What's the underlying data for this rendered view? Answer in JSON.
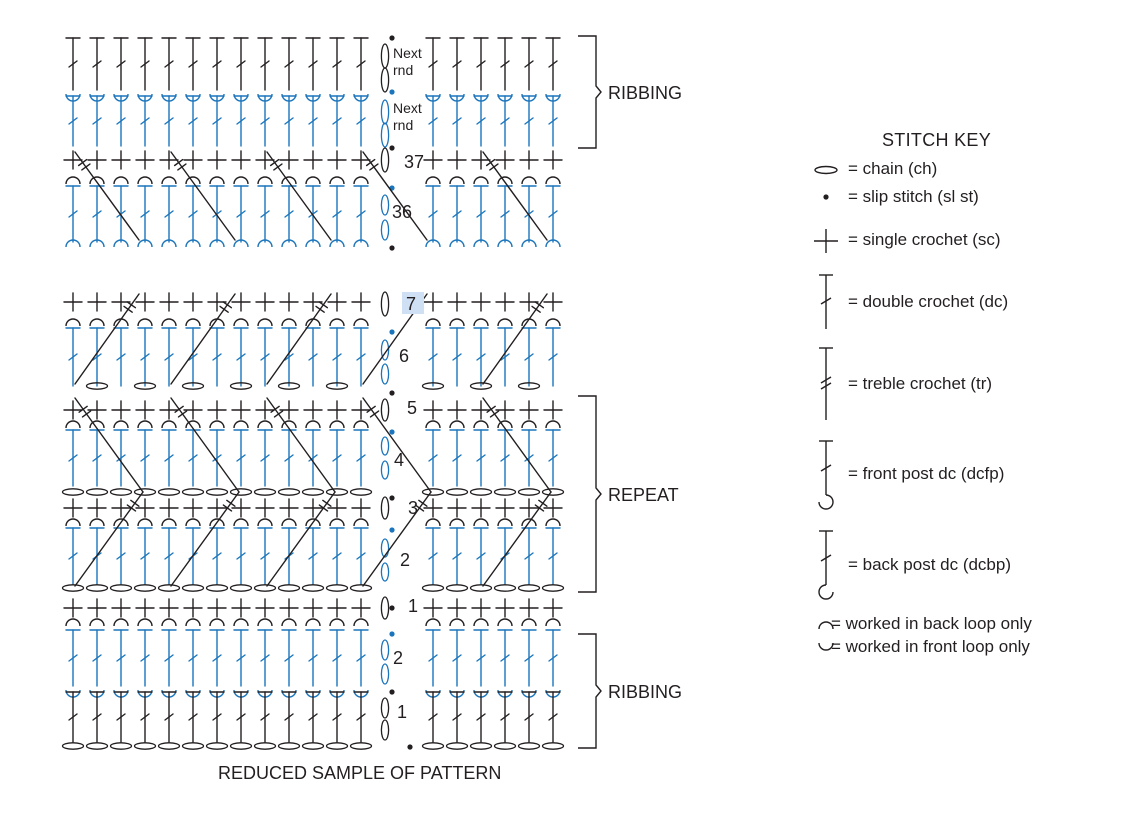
{
  "diagram": {
    "caption": "REDUCED SAMPLE OF PATTERN",
    "brackets": [
      "RIBBING",
      "REPEAT",
      "RIBBING"
    ],
    "round_labels": [
      {
        "text": "Next rnd",
        "lines": [
          "Next",
          "rnd"
        ]
      },
      {
        "text": "Next rnd",
        "lines": [
          "Next",
          "rnd"
        ]
      },
      {
        "text": "37"
      },
      {
        "text": "36"
      },
      {
        "text": "7",
        "highlighted": true
      },
      {
        "text": "6"
      },
      {
        "text": "5"
      },
      {
        "text": "4"
      },
      {
        "text": "3"
      },
      {
        "text": "2"
      },
      {
        "text": "1"
      },
      {
        "text": "2"
      },
      {
        "text": "1"
      }
    ],
    "colors": {
      "ink": "#231f20",
      "blue": "#1b75bc",
      "highlight": "#cfe0f5"
    }
  },
  "stitch_key": {
    "title": "STITCH KEY",
    "items": [
      {
        "icon": "chain-icon",
        "label": "= chain (ch)"
      },
      {
        "icon": "slip-stitch-icon",
        "label": "= slip stitch (sl st)"
      },
      {
        "icon": "single-crochet-icon",
        "label": "= single crochet (sc)"
      },
      {
        "icon": "double-crochet-icon",
        "label": "= double crochet (dc)"
      },
      {
        "icon": "treble-crochet-icon",
        "label": "= treble crochet (tr)"
      },
      {
        "icon": "front-post-dc-icon",
        "label": "= front post dc (dcfp)"
      },
      {
        "icon": "back-post-dc-icon",
        "label": "= back post dc (dcbp)"
      },
      {
        "icon": "back-loop-icon",
        "label": "= worked in back loop only"
      },
      {
        "icon": "front-loop-icon",
        "label": "= worked in front loop only"
      }
    ]
  }
}
